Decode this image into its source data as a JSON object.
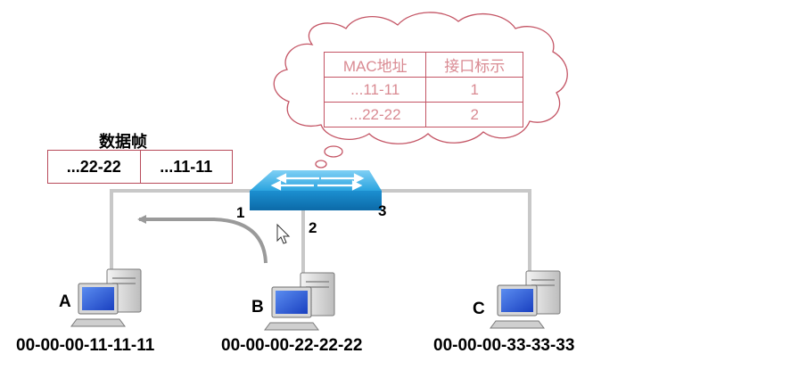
{
  "frame": {
    "title": "数据帧",
    "dest": "...22-22",
    "src": "...11-11"
  },
  "mac_table": {
    "headers": [
      "MAC地址",
      "接口标示"
    ],
    "rows": [
      {
        "mac": "...11-11",
        "port": "1"
      },
      {
        "mac": "...22-22",
        "port": "2"
      }
    ]
  },
  "switch": {
    "ports": [
      "1",
      "2",
      "3"
    ]
  },
  "hosts": [
    {
      "letter": "A",
      "mac": "00-00-00-11-11-11"
    },
    {
      "letter": "B",
      "mac": "00-00-00-22-22-22"
    },
    {
      "letter": "C",
      "mac": "00-00-00-33-33-33"
    }
  ],
  "colors": {
    "table_border": "#c45565",
    "table_text": "#d98a92",
    "switch_blue": "#1a8fd0",
    "cable": "#c8c8c8",
    "arrow": "#9a9a9a"
  }
}
